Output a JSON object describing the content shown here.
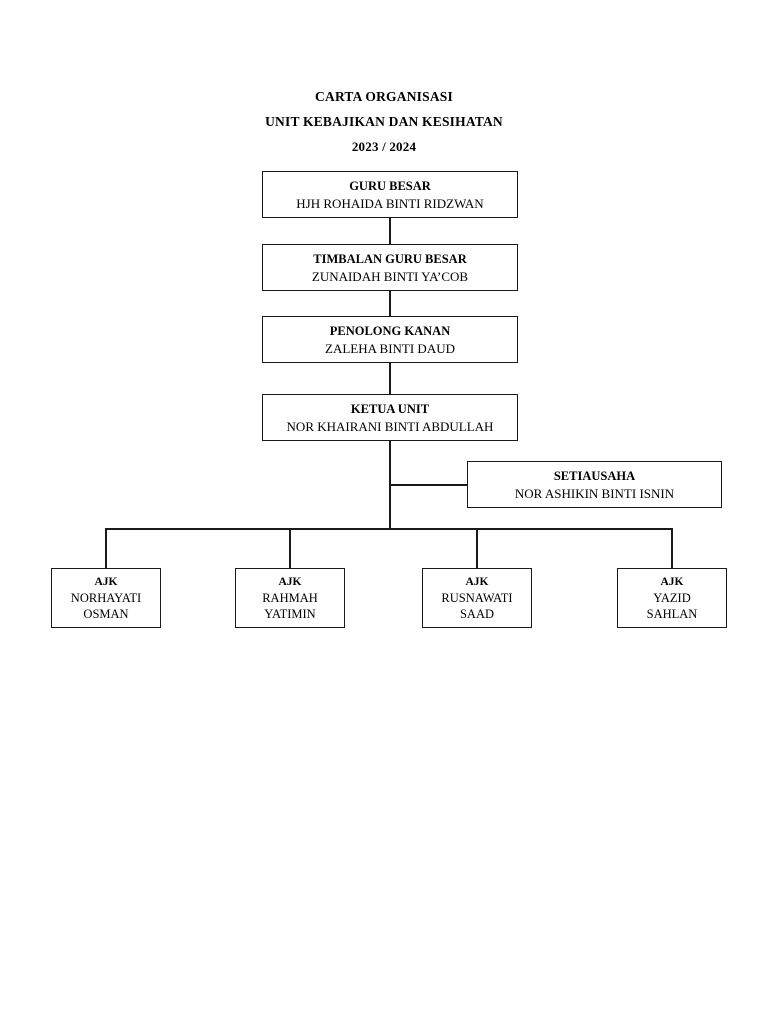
{
  "document": {
    "title_lines": [
      "CARTA ORGANISASI",
      "UNIT KEBAJIKAN DAN KESIHATAN"
    ],
    "year": "2023 / 2024"
  },
  "chart": {
    "type": "org-chart",
    "hierarchy": [
      {
        "role": "GURU BESAR",
        "person": "HJH ROHAIDA BINTI RIDZWAN"
      },
      {
        "role": "TIMBALAN GURU BESAR",
        "person": "ZUNAIDAH BINTI YA’COB"
      },
      {
        "role": "PENOLONG KANAN",
        "person": "ZALEHA BINTI DAUD"
      },
      {
        "role": "KETUA UNIT",
        "person": "NOR KHAIRANI BINTI ABDULLAH"
      }
    ],
    "secretary": {
      "role": "SETIAUSAHA",
      "person": "NOR ASHIKIN BINTI ISNIN"
    },
    "members": [
      {
        "role": "AJK",
        "name_first": "NORHAYATI",
        "name_second": "OSMAN"
      },
      {
        "role": "AJK",
        "name_first": "RAHMAH",
        "name_second": "YATIMIN"
      },
      {
        "role": "AJK",
        "name_first": "RUSNAWATI",
        "name_second": "SAAD"
      },
      {
        "role": "AJK",
        "name_first": "YAZID",
        "name_second": "SAHLAN"
      }
    ]
  },
  "style": {
    "line_color": "#1a1a1a",
    "text_color": "#000000",
    "background": "#ffffff"
  }
}
